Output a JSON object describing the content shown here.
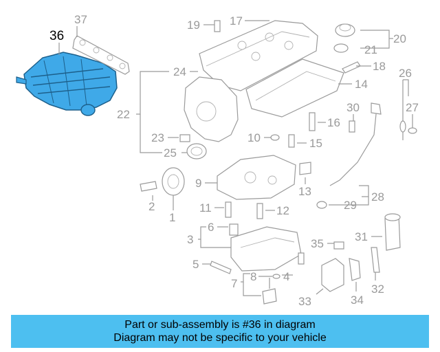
{
  "colors": {
    "highlight": "#3fa9e8",
    "line": "#9a9a9a",
    "banner": "#4dbff0"
  },
  "highlighted_part": "36",
  "callouts": [
    "1",
    "2",
    "3",
    "4",
    "5",
    "6",
    "7",
    "8",
    "9",
    "10",
    "11",
    "12",
    "13",
    "14",
    "15",
    "16",
    "17",
    "18",
    "19",
    "20",
    "21",
    "22",
    "23",
    "24",
    "25",
    "26",
    "27",
    "28",
    "29",
    "30",
    "31",
    "32",
    "33",
    "34",
    "35",
    "36",
    "37"
  ],
  "banner": {
    "line1": "Part or sub-assembly is #36 in diagram",
    "line2": "Diagram may not be specific to your vehicle"
  }
}
